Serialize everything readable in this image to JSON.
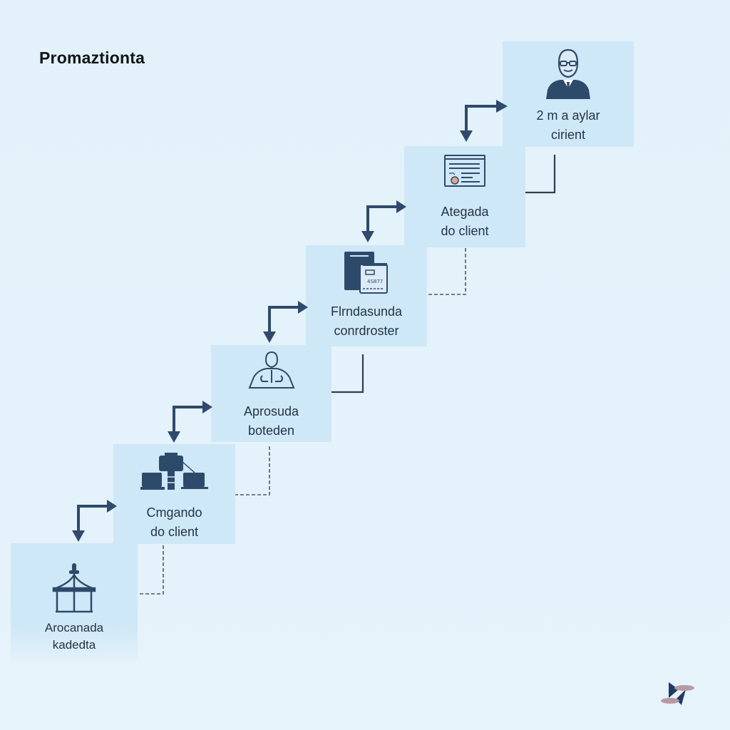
{
  "title": "Promaztionta",
  "colors": {
    "background": "#e3f1fa",
    "step_fill": "#cfe8f7",
    "icon": "#2e4a6b",
    "arrow": "#2f4a6a",
    "text": "#253444",
    "title": "#111417",
    "accent_badge": "#e0a48f"
  },
  "steps": [
    {
      "id": 1,
      "icon": "pavilion-icon",
      "line1": "Arocanada",
      "line2": "kadedta"
    },
    {
      "id": 2,
      "icon": "network-devices-icon",
      "line1": "Cmgando",
      "line2": "do client"
    },
    {
      "id": 3,
      "icon": "person-outline-icon",
      "line1": "Aprosuda",
      "line2": "boteden"
    },
    {
      "id": 4,
      "icon": "documents-icon",
      "line1": "Flrndasunda",
      "line2": "conrdroster",
      "icon_text": "4S877"
    },
    {
      "id": 5,
      "icon": "certificate-window-icon",
      "line1": "Ategada",
      "line2": "do client"
    },
    {
      "id": 6,
      "icon": "businessman-icon",
      "line1": "2 m a aylar",
      "line2": "cirient"
    }
  ],
  "connectors": [
    {
      "from": 1,
      "to": 2,
      "type": "elbow-arrow"
    },
    {
      "from": 2,
      "to": 3,
      "type": "elbow-arrow"
    },
    {
      "from": 3,
      "to": 4,
      "type": "elbow-arrow"
    },
    {
      "from": 4,
      "to": 5,
      "type": "elbow-arrow"
    },
    {
      "from": 5,
      "to": 6,
      "type": "elbow-arrow"
    }
  ],
  "riser_lines": [
    {
      "after_step": 1,
      "style": "dashed"
    },
    {
      "after_step": 2,
      "style": "dashed"
    },
    {
      "after_step": 3,
      "style": "solid"
    },
    {
      "after_step": 4,
      "style": "dashed"
    },
    {
      "after_step": 5,
      "style": "solid"
    }
  ],
  "logo": {
    "icon": "brand-logo-icon"
  }
}
